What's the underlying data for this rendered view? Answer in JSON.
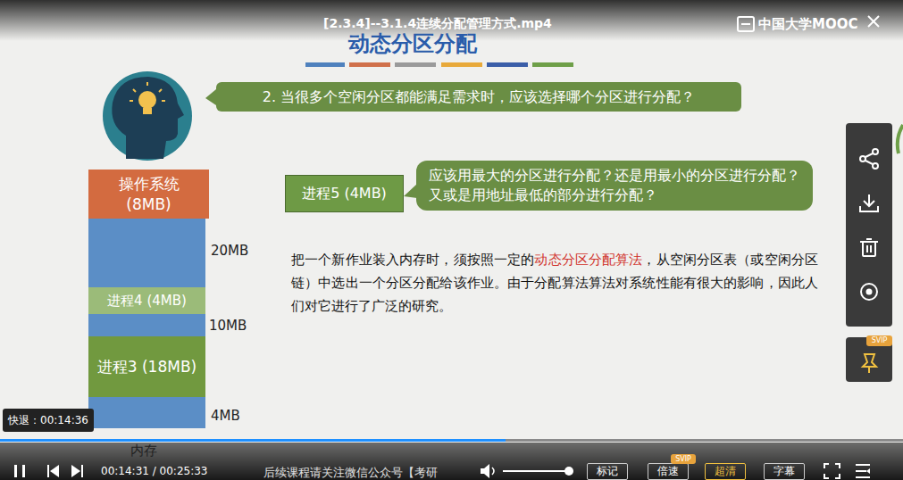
{
  "diagram": {
    "title": "动态分区分配",
    "nodes": [
      {
        "text": [
          "2. 当很多个空闲分区都能满足需求时，应该选择哪个分区进行分配？"
        ]
      },
      {
        "text": [
          "操作系统 (8MB)"
        ]
      },
      {
        "text": [
          "进程4 (4MB)"
        ]
      },
      {
        "text": [
          "进程3 (18MB)"
        ]
      },
      {
        "text": [
          "进程5 (4MB)"
        ]
      },
      {
        "text": [
          "应该用最大的分区进行分配？还是用最小的分区进行分配？又或是用地址最低的部分进行分配？"
        ]
      },
      {
        "text": [
          "SVIP"
        ]
      },
      {
        "text": [
          "快退：00:14:36"
        ]
      },
      {
        "text": [
          "标记"
        ]
      },
      {
        "text": [
          "倍速"
        ]
      },
      {
        "text": [
          "SVIP"
        ]
      },
      {
        "text": [
          "超清"
        ]
      },
      {
        "text": [
          "字幕"
        ]
      }
    ],
    "labels": [
      "[2.3.4]--3.1.4连续分配管理方式.mp4",
      "中国大学MOOC",
      "20MB",
      "10MB",
      "4MB",
      "内存",
      "把一个新作业装入内存时，须按照一定的",
      "动态分区分配算法",
      "，从空闲分区表（或空闲分区链）中选出一个分区分配给该作业。由于分配算法算法对系统性能有很大的影响，因此人们对它进行了广泛的研究。",
      "00:14:31 / 00:25:33",
      "后续课程请关注微信公众号【考研"
    ]
  }
}
